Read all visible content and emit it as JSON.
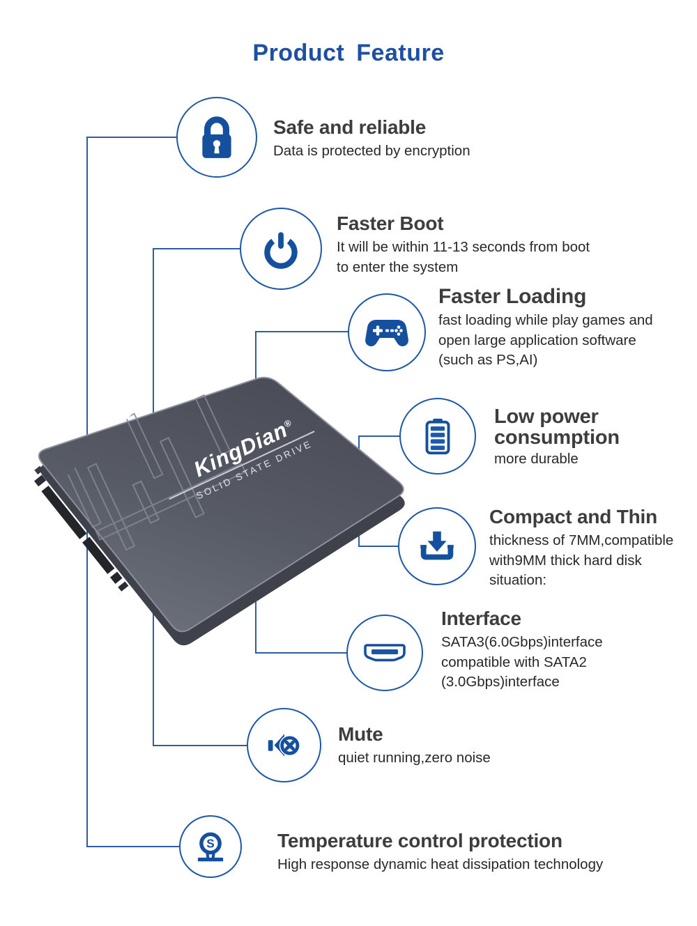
{
  "title": "Product Feature",
  "colors": {
    "accent_blue": "#1d57a8",
    "icon_blue": "#15509f",
    "line_blue": "#2c5ca6",
    "heading_gray": "#3d3d3d",
    "body_black": "#282828",
    "ssd_face_gray": "#565a64"
  },
  "product": {
    "brand": "KingDian",
    "reg_mark": "®",
    "tagline": "SOLID STATE DRIVE"
  },
  "features": [
    {
      "icon": "lock-icon",
      "heading": "Safe and reliable",
      "lines": [
        "Data is protected by encryption"
      ]
    },
    {
      "icon": "power-icon",
      "heading": "Faster Boot",
      "lines": [
        "It will be within 11-13 seconds from boot",
        "to enter the system"
      ]
    },
    {
      "icon": "gamepad-icon",
      "heading": "Faster Loading",
      "lines": [
        "fast loading while play games and",
        "open large application software",
        "(such as PS,AI)"
      ]
    },
    {
      "icon": "battery-icon",
      "heading": "Low power consumption",
      "lines": [
        "more durable"
      ]
    },
    {
      "icon": "download-icon",
      "heading": "Compact and Thin",
      "lines": [
        "thickness of 7MM,compatible",
        "with9MM thick hard disk",
        "situation:"
      ]
    },
    {
      "icon": "sata-connector-icon",
      "heading": "Interface",
      "lines": [
        "SATA3(6.0Gbps)interface",
        "compatible with SATA2",
        "(3.0Gbps)interface"
      ]
    },
    {
      "icon": "speaker-mute-icon",
      "heading": "Mute",
      "lines": [
        "quiet running,zero noise"
      ]
    },
    {
      "icon": "temperature-stamp-icon",
      "heading": "Temperature control protection",
      "lines": [
        "High response dynamic heat dissipation technology"
      ]
    }
  ]
}
